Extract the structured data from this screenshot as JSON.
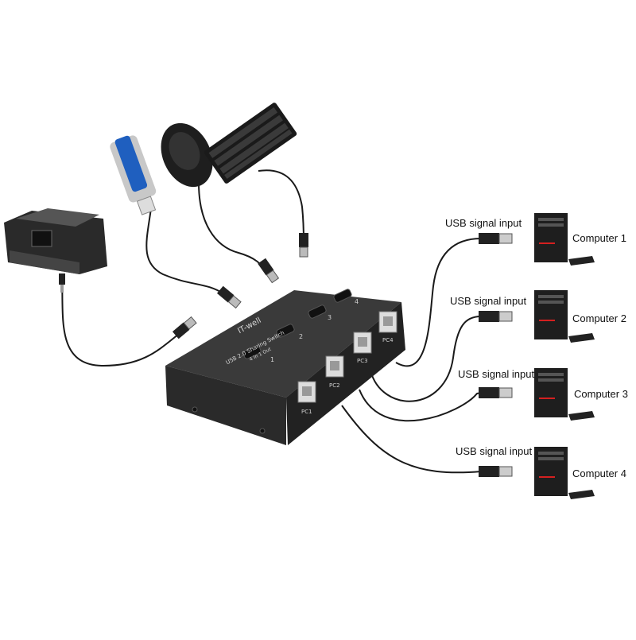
{
  "switch_box": {
    "brand": "IT-well",
    "model": "USB 2.0 Sharing Switch",
    "subtitle": "4 In 1 Out",
    "button_numbers": [
      "1",
      "2",
      "3",
      "4"
    ],
    "port_labels": [
      "PC1",
      "PC2",
      "PC3",
      "PC4"
    ]
  },
  "peripherals": [
    "printer-icon",
    "usb-flash-drive-icon",
    "mouse-icon",
    "keyboard-icon"
  ],
  "connections": [
    {
      "signal_label": "USB signal input",
      "computer_label": "Computer 1"
    },
    {
      "signal_label": "USB signal input",
      "computer_label": "Computer 2"
    },
    {
      "signal_label": "USB signal input",
      "computer_label": "Computer 3"
    },
    {
      "signal_label": "USB signal input",
      "computer_label": "Computer 4"
    }
  ],
  "colors": {
    "device_body": "#2a2a2a",
    "usb_flash_accent": "#1f5fbf",
    "computer_power_led": "#d42020",
    "cable": "#1a1a1a"
  }
}
